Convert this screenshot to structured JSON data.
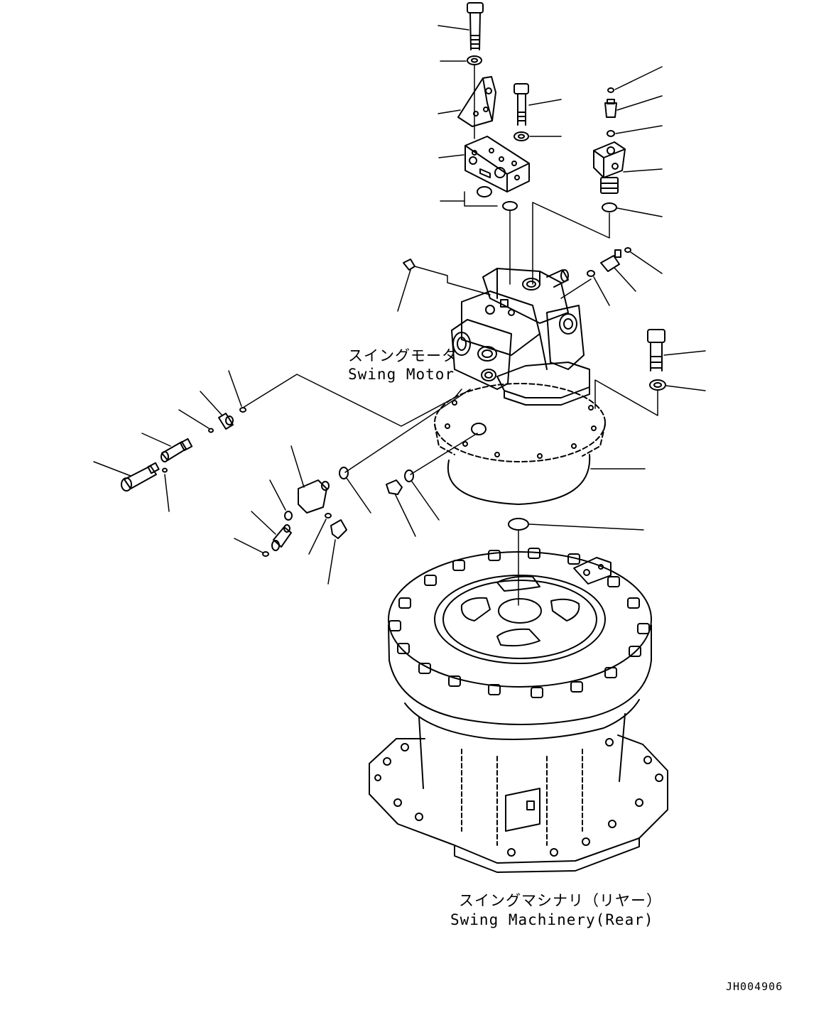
{
  "labels": {
    "swing_motor_jp": "スイングモータ",
    "swing_motor_en": "Swing Motor",
    "swing_machinery_jp": "スイングマシナリ（リヤー）",
    "swing_machinery_en": "Swing Machinery(Rear)"
  },
  "drawing_code": "JH004906",
  "colors": {
    "line": "#000000",
    "background": "#ffffff"
  }
}
